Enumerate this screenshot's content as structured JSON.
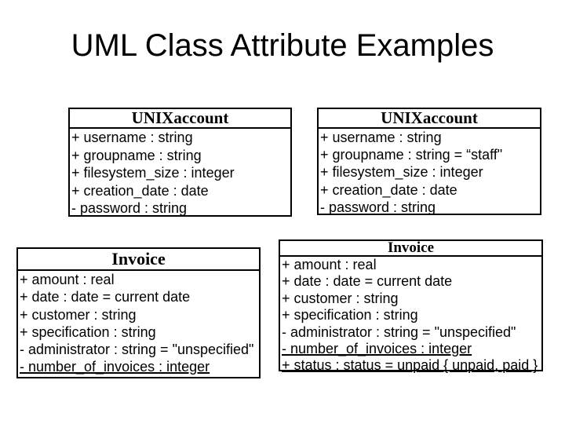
{
  "title": "UML Class Attribute Examples",
  "colors": {
    "background": "#ffffff",
    "text": "#000000",
    "border": "#000000"
  },
  "classes": [
    {
      "name": "UNIXaccount",
      "attributes": [
        "+ username : string",
        "+ groupname : string",
        "+ filesystem_size : integer",
        "+ creation_date : date",
        "- password : string"
      ]
    },
    {
      "name": "UNIXaccount",
      "attributes": [
        "+ username : string",
        "+ groupname : string = “staff\"",
        "+ filesystem_size : integer",
        "+ creation_date : date",
        "- password : string"
      ]
    },
    {
      "name": "Invoice",
      "attributes": [
        "+ amount : real",
        "+ date : date = current date",
        "+ customer : string",
        "+ specification : string",
        "- administrator : string = \"unspecified\"",
        "- number_of_invoices : integer"
      ]
    },
    {
      "name": "Invoice",
      "attributes": [
        "+ amount : real",
        "+ date : date = current date",
        "+ customer : string",
        "+ specification : string",
        "- administrator : string = \"unspecified\"",
        "- number_of_invoices : integer",
        "+ status : status = unpaid { unpaid, paid }"
      ]
    }
  ]
}
